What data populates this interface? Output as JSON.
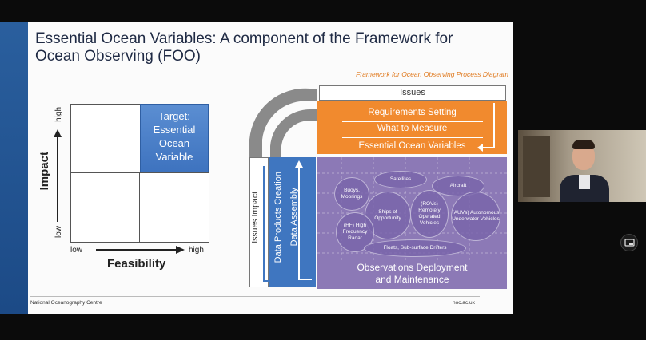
{
  "slide": {
    "title_line1": "Essential Ocean Variables: A component of the Framework for",
    "title_line2": "Ocean Observing (FOO)",
    "framework_caption": "Framework for Ocean Observing Process Diagram",
    "matrix": {
      "impact_label": "Impact",
      "feasibility_label": "Feasibility",
      "high_y": "high",
      "low_y": "low",
      "low_x": "low",
      "high_x": "high",
      "target_text": [
        "Target:",
        "Essential",
        "Ocean",
        "Variable"
      ]
    },
    "process": {
      "issues": "Issues",
      "requirements": "Requirements Setting",
      "what_to_measure": "What to Measure",
      "eov": "Essential Ocean Variables",
      "issues_impact": "Issues Impact",
      "data_products": "Data Products Creation",
      "data_assembly": "Data Assembly",
      "observations": "Observations Deployment",
      "maintenance": "and Maintenance",
      "platforms": {
        "buoys": "Buoys, Moorings",
        "satellites": "Satellites",
        "aircraft": "Aircraft",
        "ships": "Ships of Opportunity",
        "rovs": "(ROVs) Remotely Operated Vehicles",
        "auvs": "(AUVs) Autonomous Underwater Vehicles",
        "hf_radar": "(HF) High Frequency Radar",
        "floats": "Floats, Sub-surface Drifters"
      }
    },
    "footer_left": "National Oceanography Centre",
    "footer_right": "noc.ac.uk"
  },
  "colors": {
    "orange": "#f18a2e",
    "purple": "#8c79b6",
    "blue": "#3f76c0",
    "title": "#1f2a44"
  },
  "icons": [
    "picture-in-picture-icon"
  ]
}
